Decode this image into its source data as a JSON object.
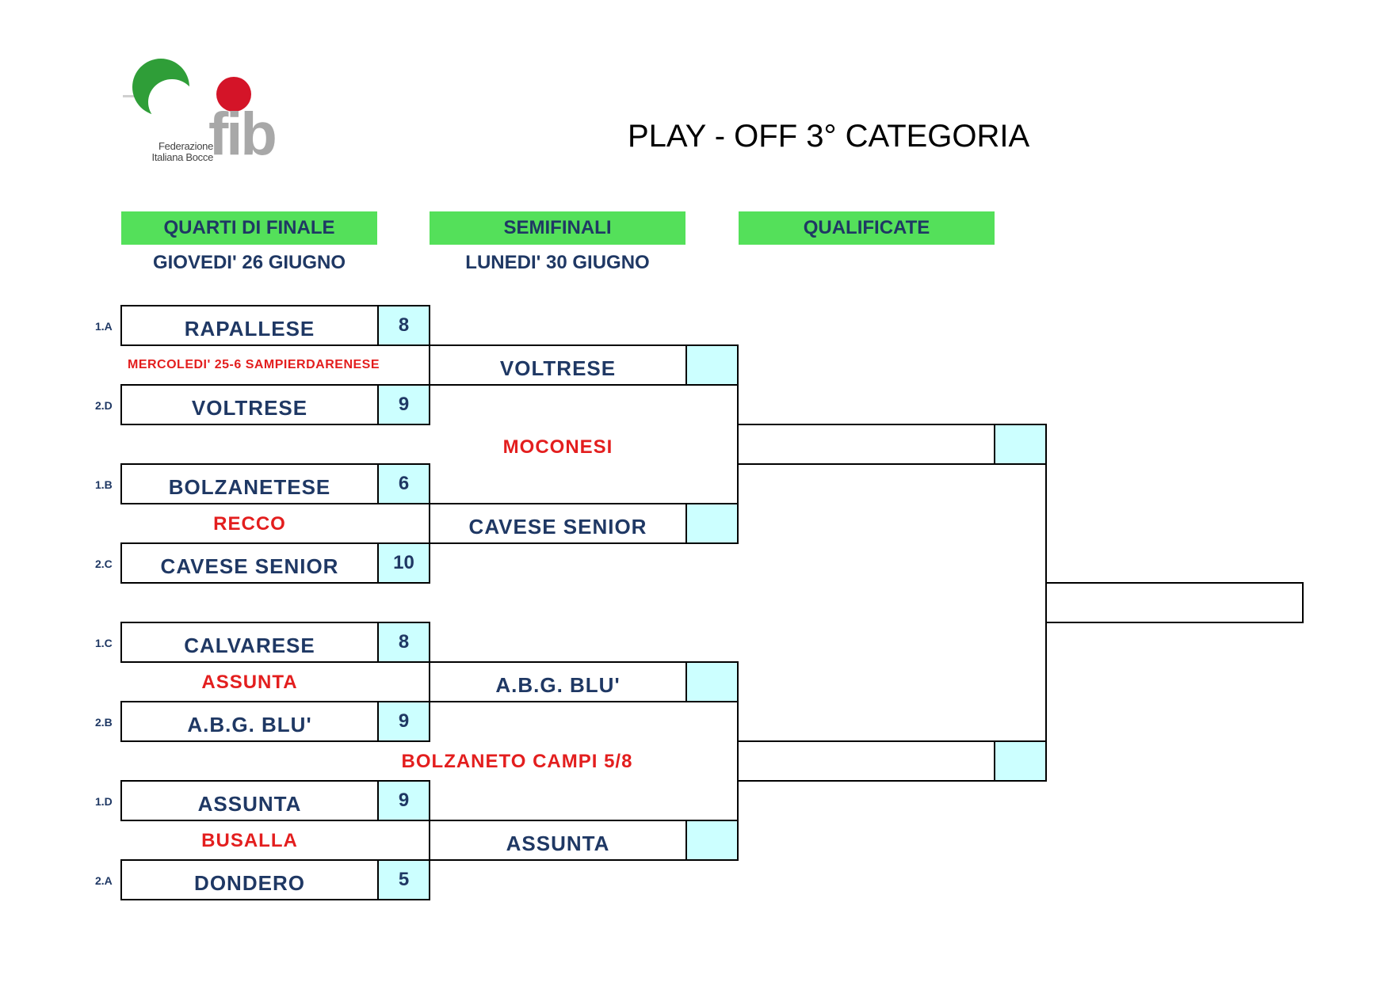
{
  "logo": {
    "text": "fib",
    "subtitle_line1": "Federazione",
    "subtitle_line2": "Italiana Bocce"
  },
  "title": "PLAY - OFF 3° CATEGORIA",
  "headers": [
    {
      "label": "QUARTI DI FINALE",
      "date": "GIOVEDI' 26 GIUGNO"
    },
    {
      "label": "SEMIFINALI",
      "date": "LUNEDI' 30 GIUGNO"
    },
    {
      "label": "QUALIFICATE",
      "date": ""
    }
  ],
  "quarterfinals": [
    {
      "venue": "MERCOLEDI' 25-6 SAMPIERDARENESE",
      "team1": {
        "seed": "1.A",
        "name": "RAPALLESE",
        "score": "8"
      },
      "team2": {
        "seed": "2.D",
        "name": "VOLTRESE",
        "score": "9"
      }
    },
    {
      "venue": "RECCO",
      "team1": {
        "seed": "1.B",
        "name": "BOLZANETESE",
        "score": "6"
      },
      "team2": {
        "seed": "2.C",
        "name": "CAVESE SENIOR",
        "score": "10"
      }
    },
    {
      "venue": "ASSUNTA",
      "team1": {
        "seed": "1.C",
        "name": "CALVARESE",
        "score": "8"
      },
      "team2": {
        "seed": "2.B",
        "name": "A.B.G. BLU'",
        "score": "9"
      }
    },
    {
      "venue": "BUSALLA",
      "team1": {
        "seed": "1.D",
        "name": "ASSUNTA",
        "score": "9"
      },
      "team2": {
        "seed": "2.A",
        "name": "DONDERO",
        "score": "5"
      }
    }
  ],
  "semifinals": [
    {
      "venue": "MOCONESI",
      "team1": {
        "name": "VOLTRESE",
        "score": ""
      },
      "team2": {
        "name": "CAVESE SENIOR",
        "score": ""
      }
    },
    {
      "venue": "BOLZANETO CAMPI 5/8",
      "team1": {
        "name": "A.B.G. BLU'",
        "score": ""
      },
      "team2": {
        "name": "ASSUNTA",
        "score": ""
      }
    }
  ],
  "qualified": [
    {
      "name": "",
      "score": ""
    },
    {
      "name": "",
      "score": ""
    }
  ],
  "final": {
    "name": ""
  },
  "colors": {
    "header_green": "#54e05a",
    "text_navy": "#1f3864",
    "venue_red": "#e31e1e",
    "score_cyan": "#ccffff",
    "logo_green": "#2f9e38",
    "logo_red": "#d41428"
  }
}
